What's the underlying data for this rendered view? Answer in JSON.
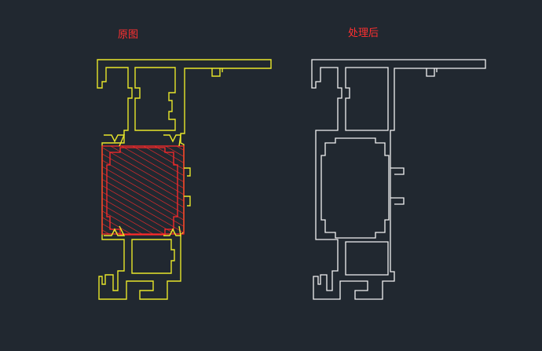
{
  "labels": {
    "original": "原图",
    "processed": "处理后"
  },
  "colors": {
    "background": "#212830",
    "original_outline": "#e8e62a",
    "hatch": "#ff2a2a",
    "processed_outline": "#f2f2f2",
    "label_text": "#ff3030"
  },
  "drawings": [
    {
      "name": "original-profile",
      "style": "yellow outline with red hatch"
    },
    {
      "name": "processed-profile",
      "style": "white single outline"
    }
  ]
}
